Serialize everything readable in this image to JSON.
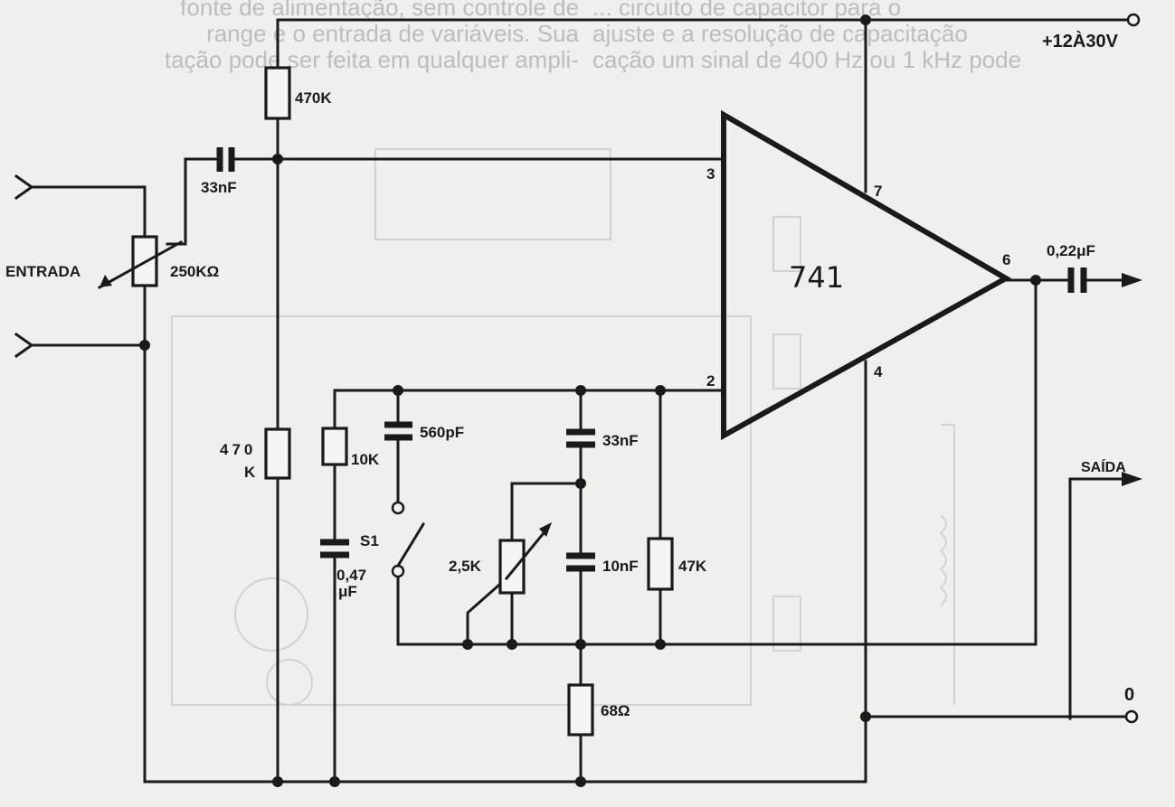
{
  "header_text": {
    "left_lines": [
      "fonte de alimentação, sem controle de",
      "range e o entrada de variáveis. Sua",
      "tação pode ser feita em qualquer ampli-"
    ],
    "right_lines": [
      "... circuito de capacitor para o",
      "ajuste e a resolução de capacitação",
      "cação um sinal de 400 Hz ou 1 kHz pode"
    ]
  },
  "labels": {
    "input": "ENTRADA",
    "output": "SAÍDA",
    "supply": "+12À30V",
    "ground": "0",
    "opamp": "741",
    "switch": "S1"
  },
  "pins": {
    "non_inverting": "3",
    "inverting": "2",
    "vplus": "7",
    "vminus": "4",
    "out": "6"
  },
  "components": {
    "c_in": "33nF",
    "pot_in": "250KΩ",
    "r_bias_top": "470K",
    "r_bias_bottom_1": "470",
    "r_bias_bottom_2": "K",
    "r_10k": "10K",
    "c_047_1": "0,47",
    "c_047_2": "μF",
    "c_560p": "560pF",
    "c_33n_fb": "33nF",
    "c_10n": "10nF",
    "pot_2k5": "2,5K",
    "r_47k": "47K",
    "r_68": "68Ω",
    "c_out": "0,22μF"
  }
}
